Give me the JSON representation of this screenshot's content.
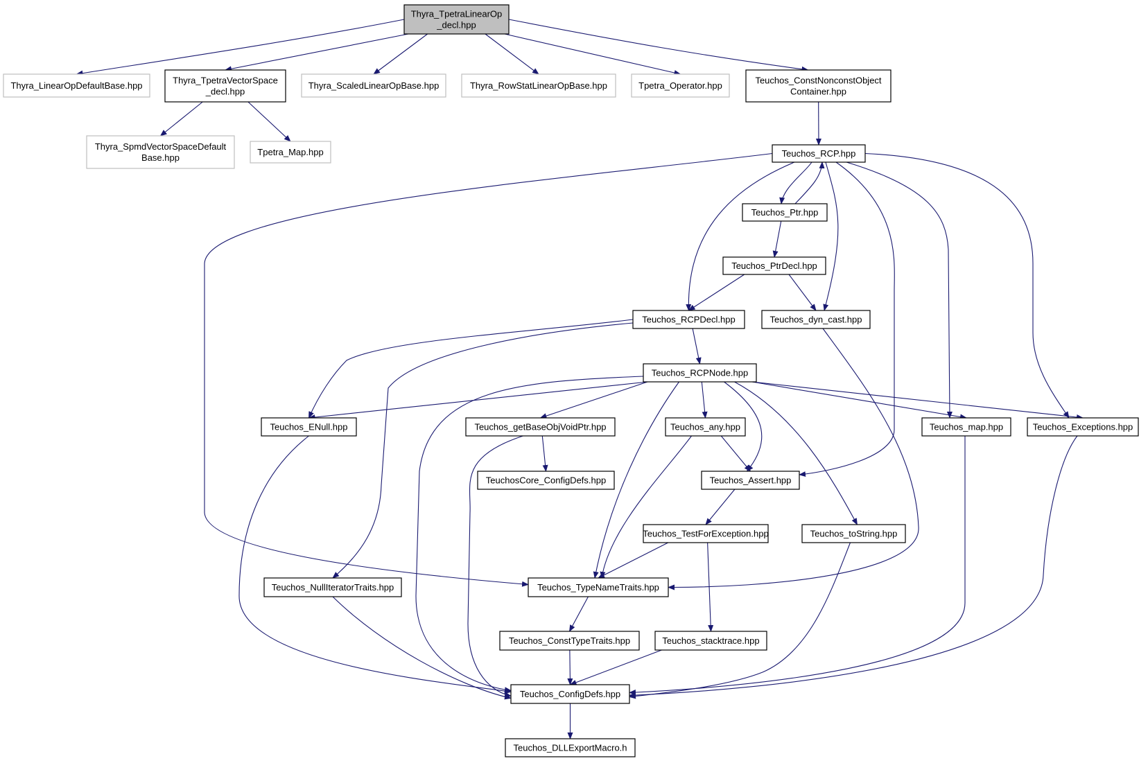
{
  "colors": {
    "edge": "#191970",
    "node_border": "#000000",
    "node_border_external": "#bfbfbf",
    "node_fill": "#ffffff",
    "root_fill": "#bfbfbf"
  },
  "nodes": [
    {
      "id": "root",
      "label": [
        "Thyra_TpetraLinearOp",
        "_decl.hpp"
      ],
      "style": "root"
    },
    {
      "id": "lodb",
      "label": [
        "Thyra_LinearOpDefaultBase.hpp"
      ],
      "style": "external"
    },
    {
      "id": "tvs",
      "label": [
        "Thyra_TpetraVectorSpace",
        "_decl.hpp"
      ],
      "style": "normal"
    },
    {
      "id": "slob",
      "label": [
        "Thyra_ScaledLinearOpBase.hpp"
      ],
      "style": "external"
    },
    {
      "id": "rslob",
      "label": [
        "Thyra_RowStatLinearOpBase.hpp"
      ],
      "style": "external"
    },
    {
      "id": "top",
      "label": [
        "Tpetra_Operator.hpp"
      ],
      "style": "external"
    },
    {
      "id": "cnoc",
      "label": [
        "Teuchos_ConstNonconstObject",
        "Container.hpp"
      ],
      "style": "normal"
    },
    {
      "id": "svsdb",
      "label": [
        "Thyra_SpmdVectorSpaceDefault",
        "Base.hpp"
      ],
      "style": "external"
    },
    {
      "id": "tmap",
      "label": [
        "Tpetra_Map.hpp"
      ],
      "style": "external"
    },
    {
      "id": "rcp",
      "label": [
        "Teuchos_RCP.hpp"
      ],
      "style": "normal"
    },
    {
      "id": "ptr",
      "label": [
        "Teuchos_Ptr.hpp"
      ],
      "style": "normal"
    },
    {
      "id": "ptrdecl",
      "label": [
        "Teuchos_PtrDecl.hpp"
      ],
      "style": "normal"
    },
    {
      "id": "rcpdecl",
      "label": [
        "Teuchos_RCPDecl.hpp"
      ],
      "style": "normal"
    },
    {
      "id": "dyncast",
      "label": [
        "Teuchos_dyn_cast.hpp"
      ],
      "style": "normal"
    },
    {
      "id": "rcpnode",
      "label": [
        "Teuchos_RCPNode.hpp"
      ],
      "style": "normal"
    },
    {
      "id": "enull",
      "label": [
        "Teuchos_ENull.hpp"
      ],
      "style": "normal"
    },
    {
      "id": "gbovp",
      "label": [
        "Teuchos_getBaseObjVoidPtr.hpp"
      ],
      "style": "normal"
    },
    {
      "id": "any",
      "label": [
        "Teuchos_any.hpp"
      ],
      "style": "normal"
    },
    {
      "id": "map",
      "label": [
        "Teuchos_map.hpp"
      ],
      "style": "normal"
    },
    {
      "id": "exc",
      "label": [
        "Teuchos_Exceptions.hpp"
      ],
      "style": "normal"
    },
    {
      "id": "coreconfig",
      "label": [
        "TeuchosCore_ConfigDefs.hpp"
      ],
      "style": "normal"
    },
    {
      "id": "assert",
      "label": [
        "Teuchos_Assert.hpp"
      ],
      "style": "normal"
    },
    {
      "id": "tfe",
      "label": [
        "Teuchos_TestForException.hpp"
      ],
      "style": "normal"
    },
    {
      "id": "tostring",
      "label": [
        "Teuchos_toString.hpp"
      ],
      "style": "normal"
    },
    {
      "id": "nit",
      "label": [
        "Teuchos_NullIteratorTraits.hpp"
      ],
      "style": "normal"
    },
    {
      "id": "tnt",
      "label": [
        "Teuchos_TypeNameTraits.hpp"
      ],
      "style": "normal"
    },
    {
      "id": "ctt",
      "label": [
        "Teuchos_ConstTypeTraits.hpp"
      ],
      "style": "normal"
    },
    {
      "id": "stack",
      "label": [
        "Teuchos_stacktrace.hpp"
      ],
      "style": "normal"
    },
    {
      "id": "config",
      "label": [
        "Teuchos_ConfigDefs.hpp"
      ],
      "style": "normal"
    },
    {
      "id": "dll",
      "label": [
        "Teuchos_DLLExportMacro.h"
      ],
      "style": "normal"
    }
  ],
  "edges": [
    [
      "root",
      "lodb"
    ],
    [
      "root",
      "tvs"
    ],
    [
      "root",
      "slob"
    ],
    [
      "root",
      "rslob"
    ],
    [
      "root",
      "top"
    ],
    [
      "root",
      "cnoc"
    ],
    [
      "tvs",
      "svsdb"
    ],
    [
      "tvs",
      "tmap"
    ],
    [
      "cnoc",
      "rcp"
    ],
    [
      "rcp",
      "ptr"
    ],
    [
      "rcp",
      "rcpdecl"
    ],
    [
      "rcp",
      "dyncast"
    ],
    [
      "rcp",
      "assert"
    ],
    [
      "rcp",
      "map"
    ],
    [
      "rcp",
      "exc"
    ],
    [
      "rcp",
      "tnt"
    ],
    [
      "ptr",
      "rcp"
    ],
    [
      "ptr",
      "ptrdecl"
    ],
    [
      "ptrdecl",
      "rcpdecl"
    ],
    [
      "ptrdecl",
      "dyncast"
    ],
    [
      "rcpdecl",
      "rcpnode"
    ],
    [
      "rcpdecl",
      "enull"
    ],
    [
      "rcpdecl",
      "nit"
    ],
    [
      "dyncast",
      "tnt"
    ],
    [
      "rcpnode",
      "enull"
    ],
    [
      "rcpnode",
      "gbovp"
    ],
    [
      "rcpnode",
      "any"
    ],
    [
      "rcpnode",
      "assert"
    ],
    [
      "rcpnode",
      "map"
    ],
    [
      "rcpnode",
      "exc"
    ],
    [
      "rcpnode",
      "tostring"
    ],
    [
      "rcpnode",
      "tnt"
    ],
    [
      "rcpnode",
      "config"
    ],
    [
      "enull",
      "config"
    ],
    [
      "gbovp",
      "coreconfig"
    ],
    [
      "gbovp",
      "config"
    ],
    [
      "any",
      "assert"
    ],
    [
      "any",
      "tnt"
    ],
    [
      "map",
      "config"
    ],
    [
      "exc",
      "config"
    ],
    [
      "assert",
      "tfe"
    ],
    [
      "tfe",
      "tnt"
    ],
    [
      "tfe",
      "stack"
    ],
    [
      "tostring",
      "config"
    ],
    [
      "nit",
      "config"
    ],
    [
      "tnt",
      "ctt"
    ],
    [
      "ctt",
      "config"
    ],
    [
      "stack",
      "config"
    ],
    [
      "config",
      "dll"
    ]
  ]
}
